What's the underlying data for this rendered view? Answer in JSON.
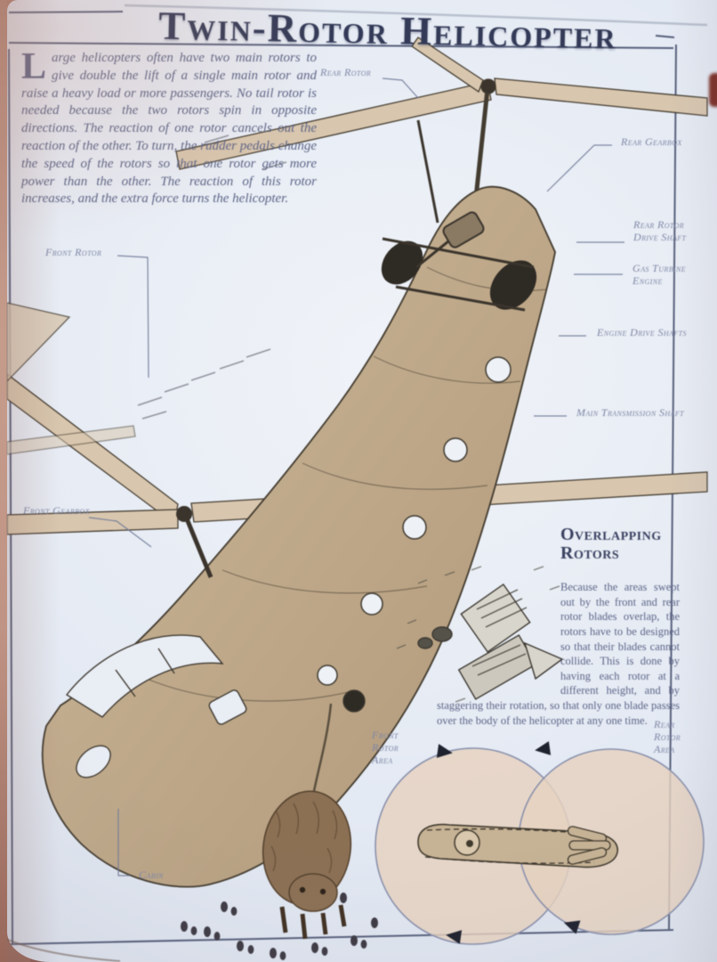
{
  "page": {
    "title": "Twin-Rotor Helicopter"
  },
  "intro": {
    "drop_cap": "L",
    "text": "arge helicopters often have two main rotors to give double the lift of a single main rotor and raise a heavy load or more passengers. No tail rotor is needed because the two rotors spin in opposite directions. The reaction of one rotor cancels out the reaction of the other. To turn, the rudder pedals change the speed of the rotors so that one rotor gets more power than the other. The reaction of this rotor increases, and the extra force turns the helicopter."
  },
  "callouts": {
    "rear_rotor": "Rear Rotor",
    "rear_gearbox": "Rear Gearbox",
    "rear_rotor_drive_shaft": "Rear Rotor Drive Shaft",
    "gas_turbine_engine": "Gas Turbine Engine",
    "engine_drive_shafts": "Engine Drive Shafts",
    "main_transmission_shaft": "Main Transmission Shaft",
    "front_rotor": "Front Rotor",
    "front_gearbox": "Front Gearbox",
    "cabin": "Cabin",
    "front_rotor_area": "Front Rotor Area",
    "rear_rotor_area": "Rear Rotor Area"
  },
  "overlapping_rotors": {
    "heading": "Overlapping Rotors",
    "body": "Because the areas swept out by the front and rear rotor blades overlap, the rotors have to be designed so that their blades cannot collide. This is done by having each rotor at a different height, and by staggering their rotation, so that only one blade passes over the body of the helicopter at any one time."
  },
  "colors": {
    "page_bg": "#e3e9f3",
    "frame_navy": "#3d4766",
    "title_ink": "#333a57",
    "text_ink": "#5c6487",
    "label_ink": "#7d86a5",
    "blade_tan": "#d8c6ae",
    "fuselage_tan": "#c2ad92",
    "ink": "#3f3a31",
    "circle_tan": "#e6d2c0",
    "book_edge": "#bb8d7e"
  }
}
